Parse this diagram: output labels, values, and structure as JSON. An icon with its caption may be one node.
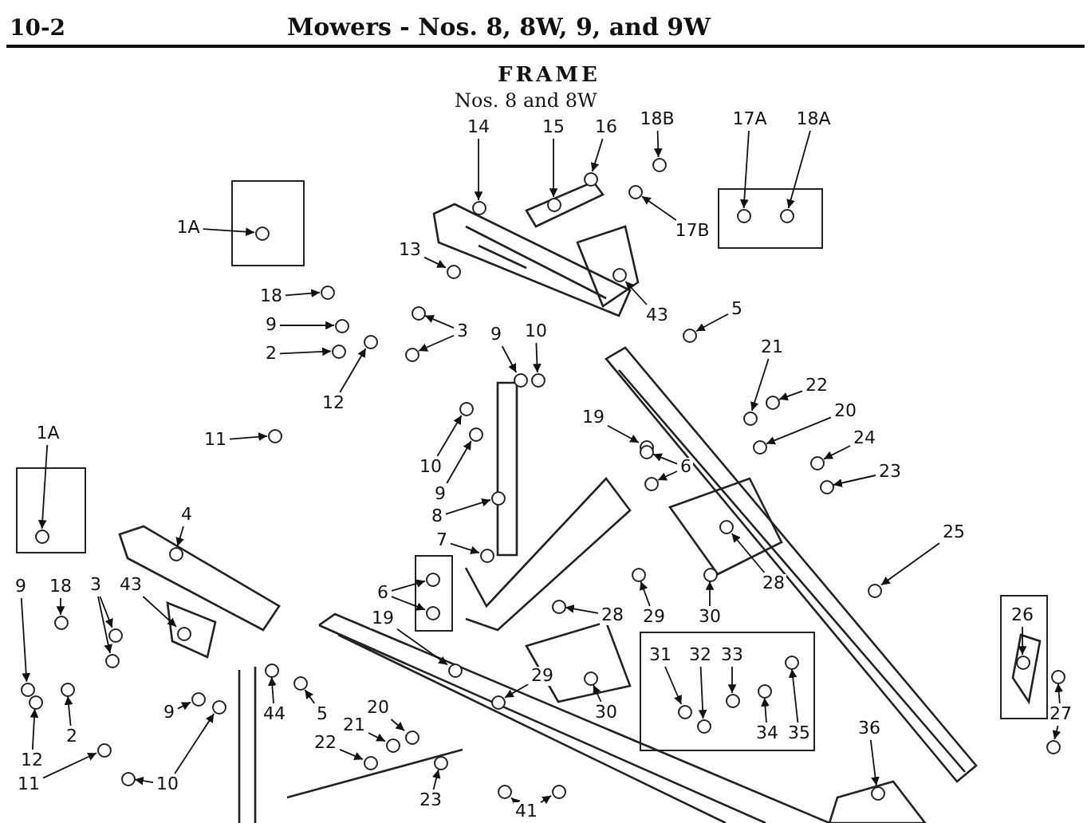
{
  "diagram": {
    "title": "FRAME",
    "labels": [
      "10-2",
      "Mowers - Nos. 8, 8W, 9, and 9W",
      "Nos. 8 and 8W"
    ],
    "nodes": [
      {
        "text": [
          "14"
        ]
      },
      {
        "text": [
          "15"
        ]
      },
      {
        "text": [
          "16"
        ]
      },
      {
        "text": [
          "18B"
        ]
      },
      {
        "text": [
          "17A"
        ]
      },
      {
        "text": [
          "18A"
        ]
      },
      {
        "text": [],
        "shape": "box"
      },
      {
        "text": [
          "1A"
        ]
      },
      {
        "text": [],
        "shape": "box"
      },
      {
        "text": [
          "17B"
        ]
      },
      {
        "text": [
          "13"
        ]
      },
      {
        "text": [
          "18"
        ]
      },
      {
        "text": [
          "43"
        ]
      },
      {
        "text": [
          "9"
        ]
      },
      {
        "text": [
          "2"
        ]
      },
      {
        "text": [
          "3"
        ]
      },
      {
        "text": [
          "9"
        ]
      },
      {
        "text": [
          "10"
        ]
      },
      {
        "text": [
          "5"
        ]
      },
      {
        "text": [
          "21"
        ]
      },
      {
        "text": [
          "22"
        ]
      },
      {
        "text": [
          "20"
        ]
      },
      {
        "text": [
          "12"
        ]
      },
      {
        "text": [
          "24"
        ]
      },
      {
        "text": [
          "11"
        ]
      },
      {
        "text": [
          "19"
        ]
      },
      {
        "text": [
          "10"
        ]
      },
      {
        "text": [
          "6"
        ]
      },
      {
        "text": [
          "1A"
        ]
      },
      {
        "text": [],
        "shape": "box"
      },
      {
        "text": [
          "23"
        ]
      },
      {
        "text": [
          "9"
        ]
      },
      {
        "text": [
          "8"
        ]
      },
      {
        "text": [
          "4"
        ]
      },
      {
        "text": [
          "25"
        ]
      },
      {
        "text": [
          "7"
        ]
      },
      {
        "text": [],
        "shape": "box"
      },
      {
        "text": [
          "6"
        ]
      },
      {
        "text": [
          "19"
        ]
      },
      {
        "text": [
          "9"
        ]
      },
      {
        "text": [
          "18"
        ]
      },
      {
        "text": [
          "3"
        ]
      },
      {
        "text": [
          "43"
        ]
      },
      {
        "text": [
          "28"
        ]
      },
      {
        "text": [],
        "shape": "box"
      },
      {
        "text": [
          "26"
        ],
        "in": 44
      },
      {
        "text": [
          "28"
        ]
      },
      {
        "text": [
          "29"
        ]
      },
      {
        "text": [
          "30"
        ]
      },
      {
        "text": [],
        "shape": "box"
      },
      {
        "text": [
          "31"
        ],
        "in": 49
      },
      {
        "text": [
          "32"
        ],
        "in": 49
      },
      {
        "text": [
          "33"
        ],
        "in": 49
      },
      {
        "text": [
          "44"
        ]
      },
      {
        "text": [
          "5"
        ]
      },
      {
        "text": [
          "20"
        ]
      },
      {
        "text": [
          "9"
        ]
      },
      {
        "text": [
          "21"
        ]
      },
      {
        "text": [
          "29"
        ]
      },
      {
        "text": [
          "27"
        ]
      },
      {
        "text": [
          "2"
        ]
      },
      {
        "text": [
          "36"
        ]
      },
      {
        "text": [
          "30"
        ]
      },
      {
        "text": [
          "34"
        ],
        "in": 49
      },
      {
        "text": [
          "35"
        ],
        "in": 49
      },
      {
        "text": [
          "22"
        ]
      },
      {
        "text": [
          "12"
        ]
      },
      {
        "text": [
          "11"
        ]
      },
      {
        "text": [
          "10"
        ]
      },
      {
        "text": [
          "23"
        ]
      },
      {
        "text": [
          "41"
        ]
      },
      {
        "text": [],
        "shape": "circle"
      },
      {
        "text": [],
        "shape": "circle"
      },
      {
        "text": [],
        "shape": "circle"
      },
      {
        "text": [],
        "shape": "circle"
      },
      {
        "text": [],
        "shape": "circle",
        "in": 6
      },
      {
        "text": [],
        "shape": "circle",
        "in": 6
      },
      {
        "text": [],
        "shape": "circle",
        "in": 8
      },
      {
        "text": [],
        "shape": "circle"
      },
      {
        "text": [],
        "shape": "circle"
      },
      {
        "text": [],
        "shape": "circle"
      },
      {
        "text": [],
        "shape": "circle"
      },
      {
        "text": [],
        "shape": "circle"
      },
      {
        "text": [],
        "shape": "circle"
      },
      {
        "text": [],
        "shape": "circle"
      },
      {
        "text": [],
        "shape": "circle"
      },
      {
        "text": [],
        "shape": "circle"
      },
      {
        "text": [],
        "shape": "circle"
      },
      {
        "text": [],
        "shape": "circle"
      },
      {
        "text": [],
        "shape": "circle"
      },
      {
        "text": [],
        "shape": "circle"
      },
      {
        "text": [],
        "shape": "circle"
      },
      {
        "text": [],
        "shape": "circle"
      },
      {
        "text": [],
        "shape": "circle"
      },
      {
        "text": [],
        "shape": "circle"
      },
      {
        "text": [],
        "shape": "circle"
      },
      {
        "text": [],
        "shape": "circle"
      },
      {
        "text": [],
        "shape": "circle"
      },
      {
        "text": [],
        "shape": "circle"
      },
      {
        "text": [],
        "shape": "circle",
        "in": 29
      },
      {
        "text": [],
        "shape": "circle"
      },
      {
        "text": [],
        "shape": "circle"
      },
      {
        "text": [],
        "shape": "circle"
      },
      {
        "text": [],
        "shape": "circle"
      },
      {
        "text": [],
        "shape": "circle"
      },
      {
        "text": [],
        "shape": "circle"
      },
      {
        "text": [],
        "shape": "circle",
        "in": 36
      },
      {
        "text": [],
        "shape": "circle",
        "in": 36
      },
      {
        "text": [],
        "shape": "circle"
      },
      {
        "text": [],
        "shape": "circle"
      },
      {
        "text": [],
        "shape": "circle"
      },
      {
        "text": [],
        "shape": "circle"
      },
      {
        "text": [],
        "shape": "circle"
      },
      {
        "text": [],
        "shape": "circle"
      },
      {
        "text": [],
        "shape": "circle"
      },
      {
        "text": [],
        "shape": "circle",
        "in": 44
      },
      {
        "text": [],
        "shape": "circle"
      },
      {
        "text": [],
        "shape": "circle"
      },
      {
        "text": [],
        "shape": "circle"
      },
      {
        "text": [],
        "shape": "circle",
        "in": 49
      },
      {
        "text": [],
        "shape": "circle",
        "in": 49
      },
      {
        "text": [],
        "shape": "circle",
        "in": 49
      },
      {
        "text": [],
        "shape": "circle"
      },
      {
        "text": [],
        "shape": "circle"
      },
      {
        "text": [],
        "shape": "circle"
      },
      {
        "text": [],
        "shape": "circle"
      },
      {
        "text": [],
        "shape": "circle"
      },
      {
        "text": [],
        "shape": "circle"
      },
      {
        "text": [],
        "shape": "circle"
      },
      {
        "text": [],
        "shape": "circle"
      },
      {
        "text": [],
        "shape": "circle"
      },
      {
        "text": [],
        "shape": "circle"
      },
      {
        "text": [],
        "shape": "circle"
      },
      {
        "text": [],
        "shape": "circle",
        "in": 49
      },
      {
        "text": [],
        "shape": "circle",
        "in": 49
      },
      {
        "text": [],
        "shape": "circle"
      },
      {
        "text": [],
        "shape": "circle"
      },
      {
        "text": [],
        "shape": "circle"
      },
      {
        "text": [],
        "shape": "circle"
      },
      {
        "text": [],
        "shape": "circle"
      },
      {
        "text": [],
        "shape": "circle"
      },
      {
        "text": [],
        "shape": "circle"
      },
      {
        "text": [],
        "shape": "circle"
      }
    ],
    "edges": [
      {
        "from": 0,
        "to": 71,
        "arrow": "to"
      },
      {
        "from": 1,
        "to": 72,
        "arrow": "to"
      },
      {
        "from": 2,
        "to": 73,
        "arrow": "to"
      },
      {
        "from": 3,
        "to": 74,
        "arrow": "to"
      },
      {
        "from": 4,
        "to": 75,
        "arrow": "to"
      },
      {
        "from": 5,
        "to": 76,
        "arrow": "to"
      },
      {
        "from": 7,
        "to": 77,
        "arrow": "to"
      },
      {
        "from": 9,
        "to": 78,
        "arrow": "to"
      },
      {
        "from": 10,
        "to": 79,
        "arrow": "to"
      },
      {
        "from": 11,
        "to": 80,
        "arrow": "to"
      },
      {
        "from": 12,
        "to": 81,
        "arrow": "to"
      },
      {
        "from": 13,
        "to": 82,
        "arrow": "to"
      },
      {
        "from": 14,
        "to": 83,
        "arrow": "to"
      },
      {
        "from": 15,
        "to": 84,
        "arrow": "to"
      },
      {
        "from": 15,
        "to": 85,
        "arrow": "to"
      },
      {
        "from": 16,
        "to": 86,
        "arrow": "to"
      },
      {
        "from": 17,
        "to": 87,
        "arrow": "to"
      },
      {
        "from": 18,
        "to": 88,
        "arrow": "to"
      },
      {
        "from": 19,
        "to": 89,
        "arrow": "to"
      },
      {
        "from": 20,
        "to": 90,
        "arrow": "to"
      },
      {
        "from": 21,
        "to": 91,
        "arrow": "to"
      },
      {
        "from": 22,
        "to": 92,
        "arrow": "to"
      },
      {
        "from": 23,
        "to": 93,
        "arrow": "to"
      },
      {
        "from": 24,
        "to": 94,
        "arrow": "to"
      },
      {
        "from": 25,
        "to": 95,
        "arrow": "to"
      },
      {
        "from": 26,
        "to": 96,
        "arrow": "to"
      },
      {
        "from": 27,
        "to": 97,
        "arrow": "to"
      },
      {
        "from": 27,
        "to": 98,
        "arrow": "to"
      },
      {
        "from": 28,
        "to": 99,
        "arrow": "to"
      },
      {
        "from": 30,
        "to": 100,
        "arrow": "to"
      },
      {
        "from": 31,
        "to": 101,
        "arrow": "to"
      },
      {
        "from": 32,
        "to": 102,
        "arrow": "to"
      },
      {
        "from": 33,
        "to": 103,
        "arrow": "to"
      },
      {
        "from": 34,
        "to": 104,
        "arrow": "to"
      },
      {
        "from": 35,
        "to": 105,
        "arrow": "to"
      },
      {
        "from": 37,
        "to": 106,
        "arrow": "to"
      },
      {
        "from": 37,
        "to": 107,
        "arrow": "to"
      },
      {
        "from": 38,
        "to": 108,
        "arrow": "to"
      },
      {
        "from": 39,
        "to": 109,
        "arrow": "to"
      },
      {
        "from": 40,
        "to": 110,
        "arrow": "to"
      },
      {
        "from": 41,
        "to": 111,
        "arrow": "to"
      },
      {
        "from": 41,
        "to": 112,
        "arrow": "to"
      },
      {
        "from": 42,
        "to": 113,
        "arrow": "to"
      },
      {
        "from": 43,
        "to": 114,
        "arrow": "to"
      },
      {
        "from": 45,
        "to": 115,
        "arrow": "to"
      },
      {
        "from": 46,
        "to": 116,
        "arrow": "to"
      },
      {
        "from": 47,
        "to": 117,
        "arrow": "to"
      },
      {
        "from": 48,
        "to": 118,
        "arrow": "to"
      },
      {
        "from": 50,
        "to": 119,
        "arrow": "to"
      },
      {
        "from": 51,
        "to": 120,
        "arrow": "to"
      },
      {
        "from": 52,
        "to": 121,
        "arrow": "to"
      },
      {
        "from": 53,
        "to": 122,
        "arrow": "to"
      },
      {
        "from": 54,
        "to": 123,
        "arrow": "to"
      },
      {
        "from": 55,
        "to": 124,
        "arrow": "to"
      },
      {
        "from": 56,
        "to": 125,
        "arrow": "to"
      },
      {
        "from": 57,
        "to": 126,
        "arrow": "to"
      },
      {
        "from": 58,
        "to": 127,
        "arrow": "to"
      },
      {
        "from": 59,
        "to": 128,
        "arrow": "to"
      },
      {
        "from": 59,
        "to": 129,
        "arrow": "to"
      },
      {
        "from": 60,
        "to": 130,
        "arrow": "to"
      },
      {
        "from": 61,
        "to": 131,
        "arrow": "to"
      },
      {
        "from": 62,
        "to": 132,
        "arrow": "to"
      },
      {
        "from": 63,
        "to": 133,
        "arrow": "to"
      },
      {
        "from": 64,
        "to": 134,
        "arrow": "to"
      },
      {
        "from": 65,
        "to": 135,
        "arrow": "to"
      },
      {
        "from": 66,
        "to": 136,
        "arrow": "to"
      },
      {
        "from": 67,
        "to": 137,
        "arrow": "to"
      },
      {
        "from": 68,
        "to": 138,
        "arrow": "to"
      },
      {
        "from": 68,
        "to": 139,
        "arrow": "to"
      },
      {
        "from": 69,
        "to": 140,
        "arrow": "to"
      },
      {
        "from": 70,
        "to": 141,
        "arrow": "to"
      },
      {
        "from": 70,
        "to": 142,
        "arrow": "to"
      }
    ]
  }
}
